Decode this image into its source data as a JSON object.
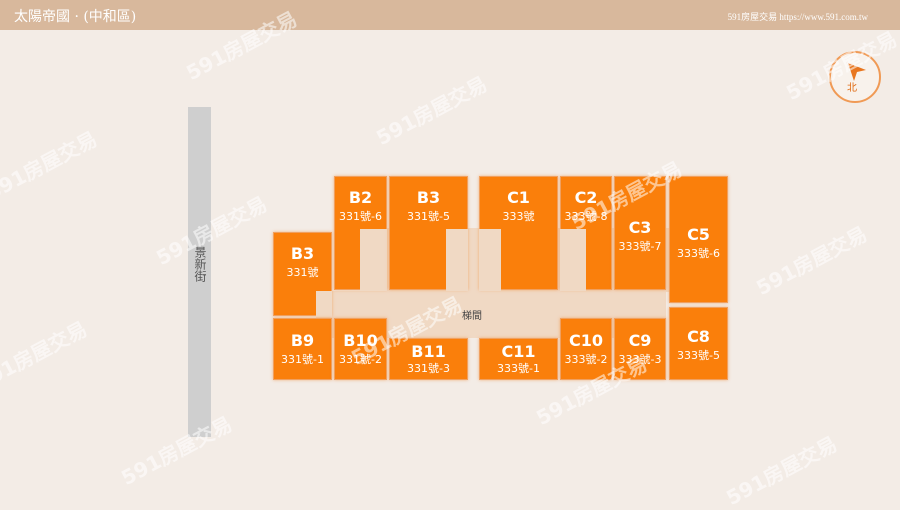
{
  "header": {
    "title": "太陽帝國 · (中和區)",
    "site": "591房屋交易 https://www.591.com.tw"
  },
  "compass": {
    "label": "北",
    "icon": "north-arrow-icon",
    "color": "#f09a55"
  },
  "street": {
    "name": "景新街"
  },
  "corridor": {
    "label": "梯間"
  },
  "units": {
    "B2": {
      "code": "B2",
      "addr": "331號-6"
    },
    "B3a": {
      "code": "B3",
      "addr": "331號-5"
    },
    "B3b": {
      "code": "B3",
      "addr": "331號"
    },
    "C1": {
      "code": "C1",
      "addr": "333號"
    },
    "C2": {
      "code": "C2",
      "addr": "333號-8"
    },
    "C3": {
      "code": "C3",
      "addr": "333號-7"
    },
    "C5": {
      "code": "C5",
      "addr": "333號-6"
    },
    "B9": {
      "code": "B9",
      "addr": "331號-1"
    },
    "B10": {
      "code": "B10",
      "addr": "331號-2"
    },
    "B11": {
      "code": "B11",
      "addr": "331號-3"
    },
    "C11": {
      "code": "C11",
      "addr": "333號-1"
    },
    "C10": {
      "code": "C10",
      "addr": "333號-2"
    },
    "C9": {
      "code": "C9",
      "addr": "333號-3"
    },
    "C8": {
      "code": "C8",
      "addr": "333號-5"
    }
  },
  "watermark": "591房屋交易",
  "colors": {
    "header": "#d8b89c",
    "background": "#f3ece6",
    "unit": "#fa7f0b",
    "corridor": "#f0d9c4",
    "street": "#cfcfcf"
  }
}
